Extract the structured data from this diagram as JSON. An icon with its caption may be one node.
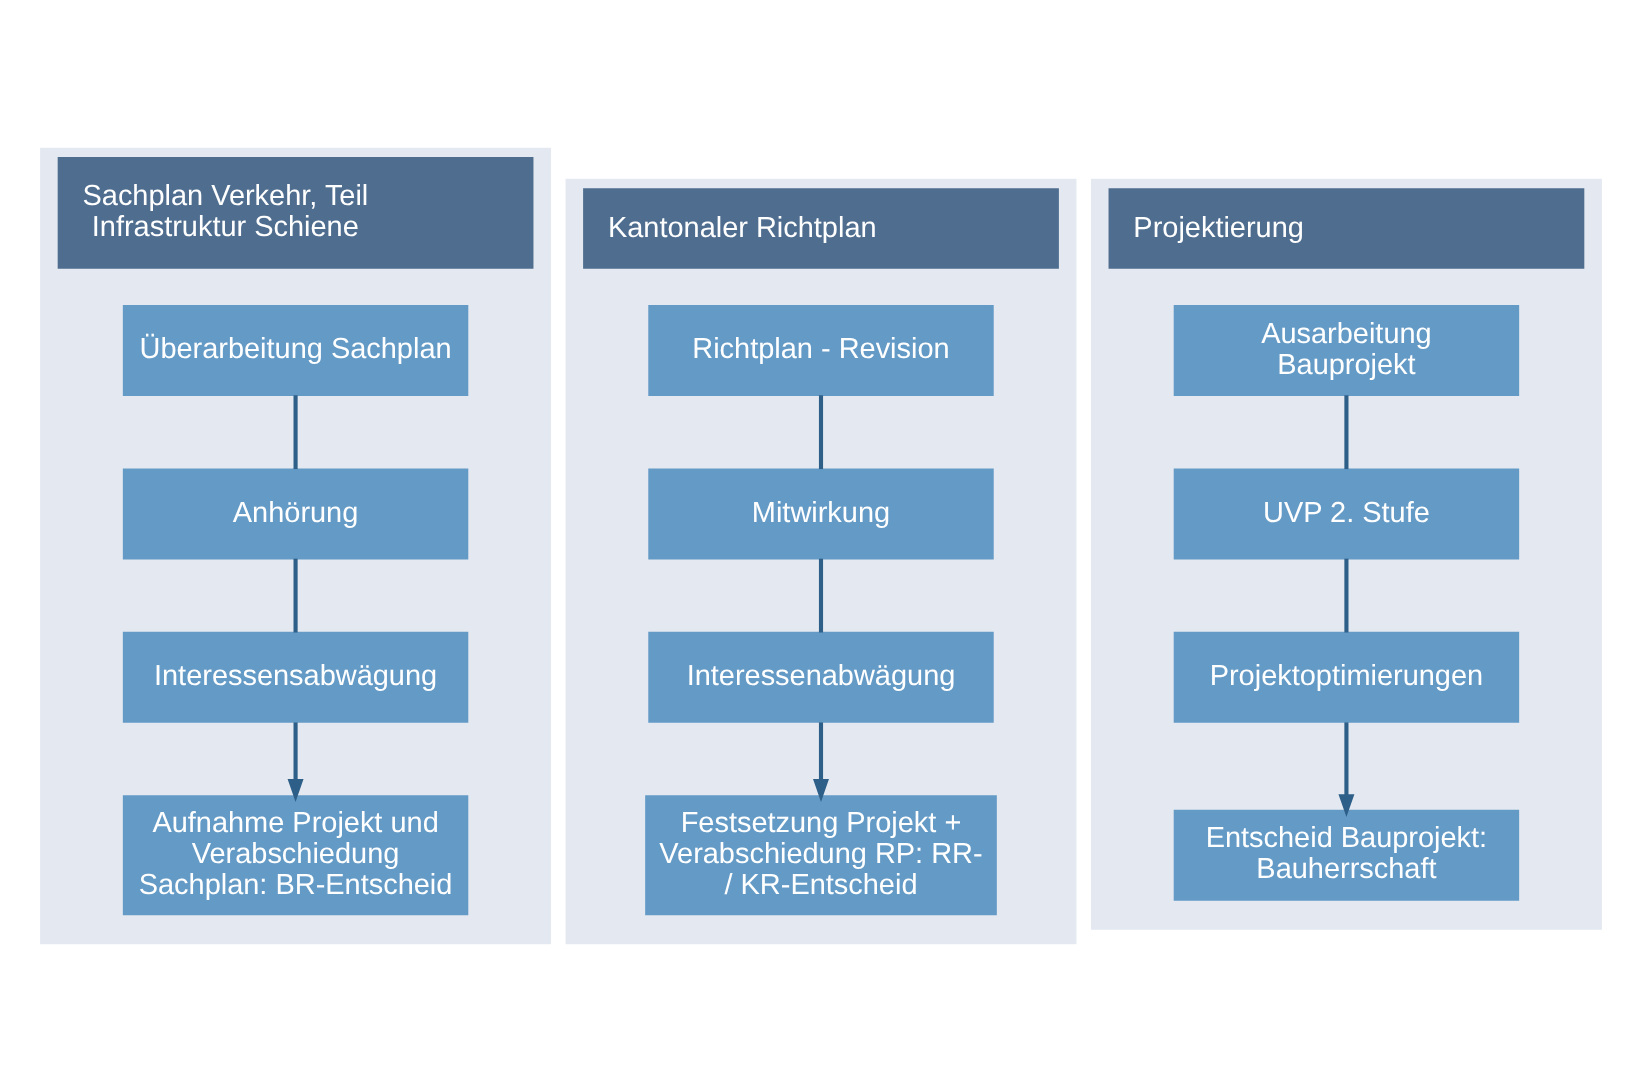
{
  "diagram": {
    "nodes": [
      {
        "text": [
          "Sachplan Verkehr, Teil Infrastruktur Schiene"
        ]
      },
      {
        "text": [
          "Überarbeitung Sachplan"
        ],
        "in": 0
      },
      {
        "text": [
          "Anhörung"
        ],
        "in": 0
      },
      {
        "text": [
          "Interessensabwägung"
        ],
        "in": 0
      },
      {
        "text": [
          "Aufnahme Projekt und Verabschiedung Sachplan: BR-Entscheid"
        ],
        "in": 0
      },
      {
        "text": [
          "Kantonaler Richtplan"
        ]
      },
      {
        "text": [
          "Richtplan - Revision"
        ],
        "in": 5
      },
      {
        "text": [
          "Mitwirkung"
        ],
        "in": 5
      },
      {
        "text": [
          "Interessenabwägung"
        ],
        "in": 5
      },
      {
        "text": [
          "Festsetzung Projekt + Verabschiedung RP: RR- / KR-Entscheid"
        ],
        "in": 5
      },
      {
        "text": [
          "Projektierung"
        ]
      },
      {
        "text": [
          "Ausarbeitung Bauprojekt"
        ],
        "in": 10
      },
      {
        "text": [
          "UVP 2. Stufe"
        ],
        "in": 10
      },
      {
        "text": [
          "Projektoptimierungen"
        ],
        "in": 10
      },
      {
        "text": [
          "Entscheid Bauprojekt: Bauherrschaft"
        ],
        "in": 10
      }
    ],
    "edges": [
      {
        "from": 1,
        "to": 2,
        "arrow": "none"
      },
      {
        "from": 2,
        "to": 3,
        "arrow": "none"
      },
      {
        "from": 3,
        "to": 4,
        "arrow": "to"
      },
      {
        "from": 6,
        "to": 7,
        "arrow": "none"
      },
      {
        "from": 7,
        "to": 8,
        "arrow": "none"
      },
      {
        "from": 8,
        "to": 9,
        "arrow": "to"
      },
      {
        "from": 11,
        "to": 12,
        "arrow": "none"
      },
      {
        "from": 12,
        "to": 13,
        "arrow": "none"
      },
      {
        "from": 13,
        "to": 14,
        "arrow": "to"
      }
    ]
  }
}
